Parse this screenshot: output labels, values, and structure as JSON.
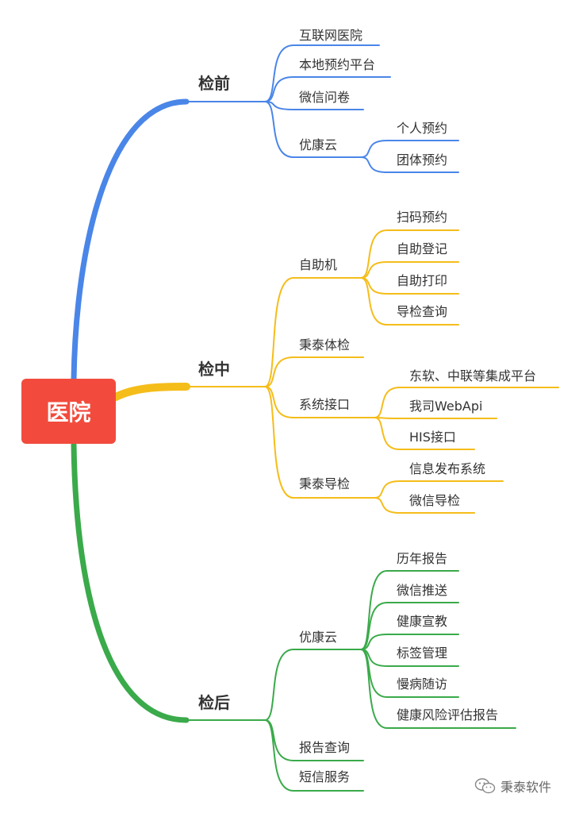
{
  "root": {
    "label": "医院",
    "color": "#f24b3d"
  },
  "branches": [
    {
      "label": "检前",
      "color": "#4a86e8",
      "children": [
        {
          "label": "互联网医院"
        },
        {
          "label": "本地预约平台"
        },
        {
          "label": "微信问卷"
        },
        {
          "label": "优康云",
          "children": [
            {
              "label": "个人预约"
            },
            {
              "label": "团体预约"
            }
          ]
        }
      ]
    },
    {
      "label": "检中",
      "color": "#f5bd1a",
      "children": [
        {
          "label": "自助机",
          "children": [
            {
              "label": "扫码预约"
            },
            {
              "label": "自助登记"
            },
            {
              "label": "自助打印"
            },
            {
              "label": "导检查询"
            }
          ]
        },
        {
          "label": "秉泰体检"
        },
        {
          "label": "系统接口",
          "children": [
            {
              "label": "东软、中联等集成平台"
            },
            {
              "label": "我司WebApi"
            },
            {
              "label": "HIS接口"
            }
          ]
        },
        {
          "label": "秉泰导检",
          "children": [
            {
              "label": "信息发布系统"
            },
            {
              "label": "微信导检"
            }
          ]
        }
      ]
    },
    {
      "label": "检后",
      "color": "#3aaa4a",
      "children": [
        {
          "label": "优康云",
          "children": [
            {
              "label": "历年报告"
            },
            {
              "label": "微信推送"
            },
            {
              "label": "健康宣教"
            },
            {
              "label": "标签管理"
            },
            {
              "label": "慢病随访"
            },
            {
              "label": "健康风险评估报告"
            }
          ]
        },
        {
          "label": "报告查询"
        },
        {
          "label": "短信服务"
        }
      ]
    }
  ],
  "watermark": {
    "label": "秉泰软件",
    "icon": "wechat-icon"
  }
}
